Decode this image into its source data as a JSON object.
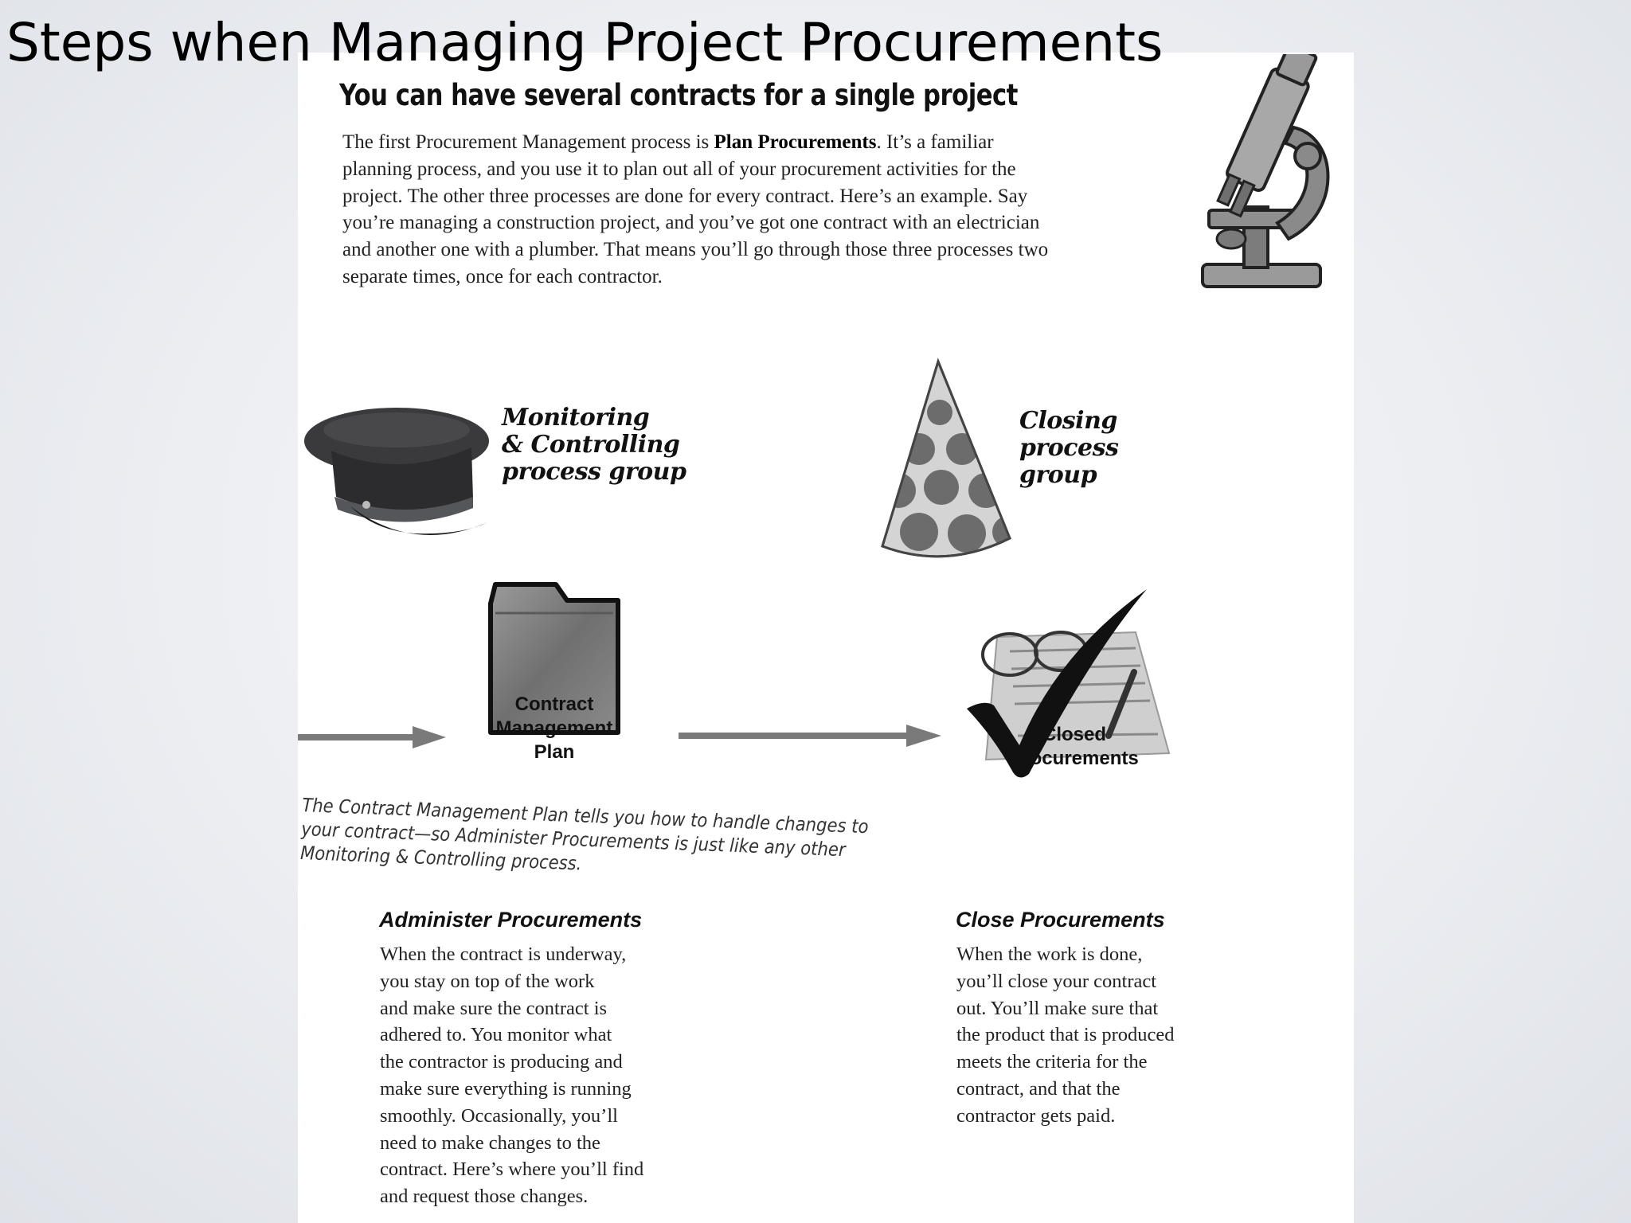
{
  "slide": {
    "title": "Steps when Managing Project Procurements"
  },
  "page": {
    "heading": "You can have several contracts for a single project",
    "intro": {
      "before": "The first Procurement Management process is ",
      "bold": "Plan Procurements",
      "after": ". It’s a familiar planning process, and you use it to plan out all of your procurement activities for the project. The other three processes are done for every contract. Here’s an example. Say you’re managing a construction project, and you’ve got one contract with an electrician and another one with a plumber. That means you’ll go through those three processes two separate times, once for each contractor."
    },
    "monitoring_label": [
      "Monitoring",
      "& Controlling",
      "process group"
    ],
    "closing_label": [
      "Closing",
      "process",
      "group"
    ],
    "contract_plan_caption": [
      "Contract",
      "Management",
      "Plan"
    ],
    "closed_caption": [
      "Closed",
      "Procurements"
    ],
    "handwritten_note": "The Contract Management Plan tells you how to handle changes to your contract—so Administer Procurements is just like any other Monitoring & Controlling process.",
    "administer": {
      "title": "Administer Procurements",
      "lines": [
        "When the contract is underway,",
        "you stay on top of the work",
        "and make sure the contract is",
        "adhered to. You monitor what",
        "the contractor is producing and",
        "make sure everything is running",
        "smoothly. Occasionally, you’ll",
        "need to make changes to the",
        "contract. Here’s where you’ll find",
        "and request those changes."
      ]
    },
    "close": {
      "title": "Close Procurements",
      "lines": [
        "When the work is done,",
        "you’ll close your contract",
        "out. You’ll make sure that",
        "the product that is produced",
        "meets the criteria for the",
        "contract, and that the",
        "contractor gets paid."
      ]
    },
    "icons": {
      "microscope": "microscope-icon",
      "hat": "police-cap-icon",
      "party_hat": "party-hat-icon",
      "folder": "folder-icon",
      "checkmark": "checkmark-document-icon"
    }
  }
}
